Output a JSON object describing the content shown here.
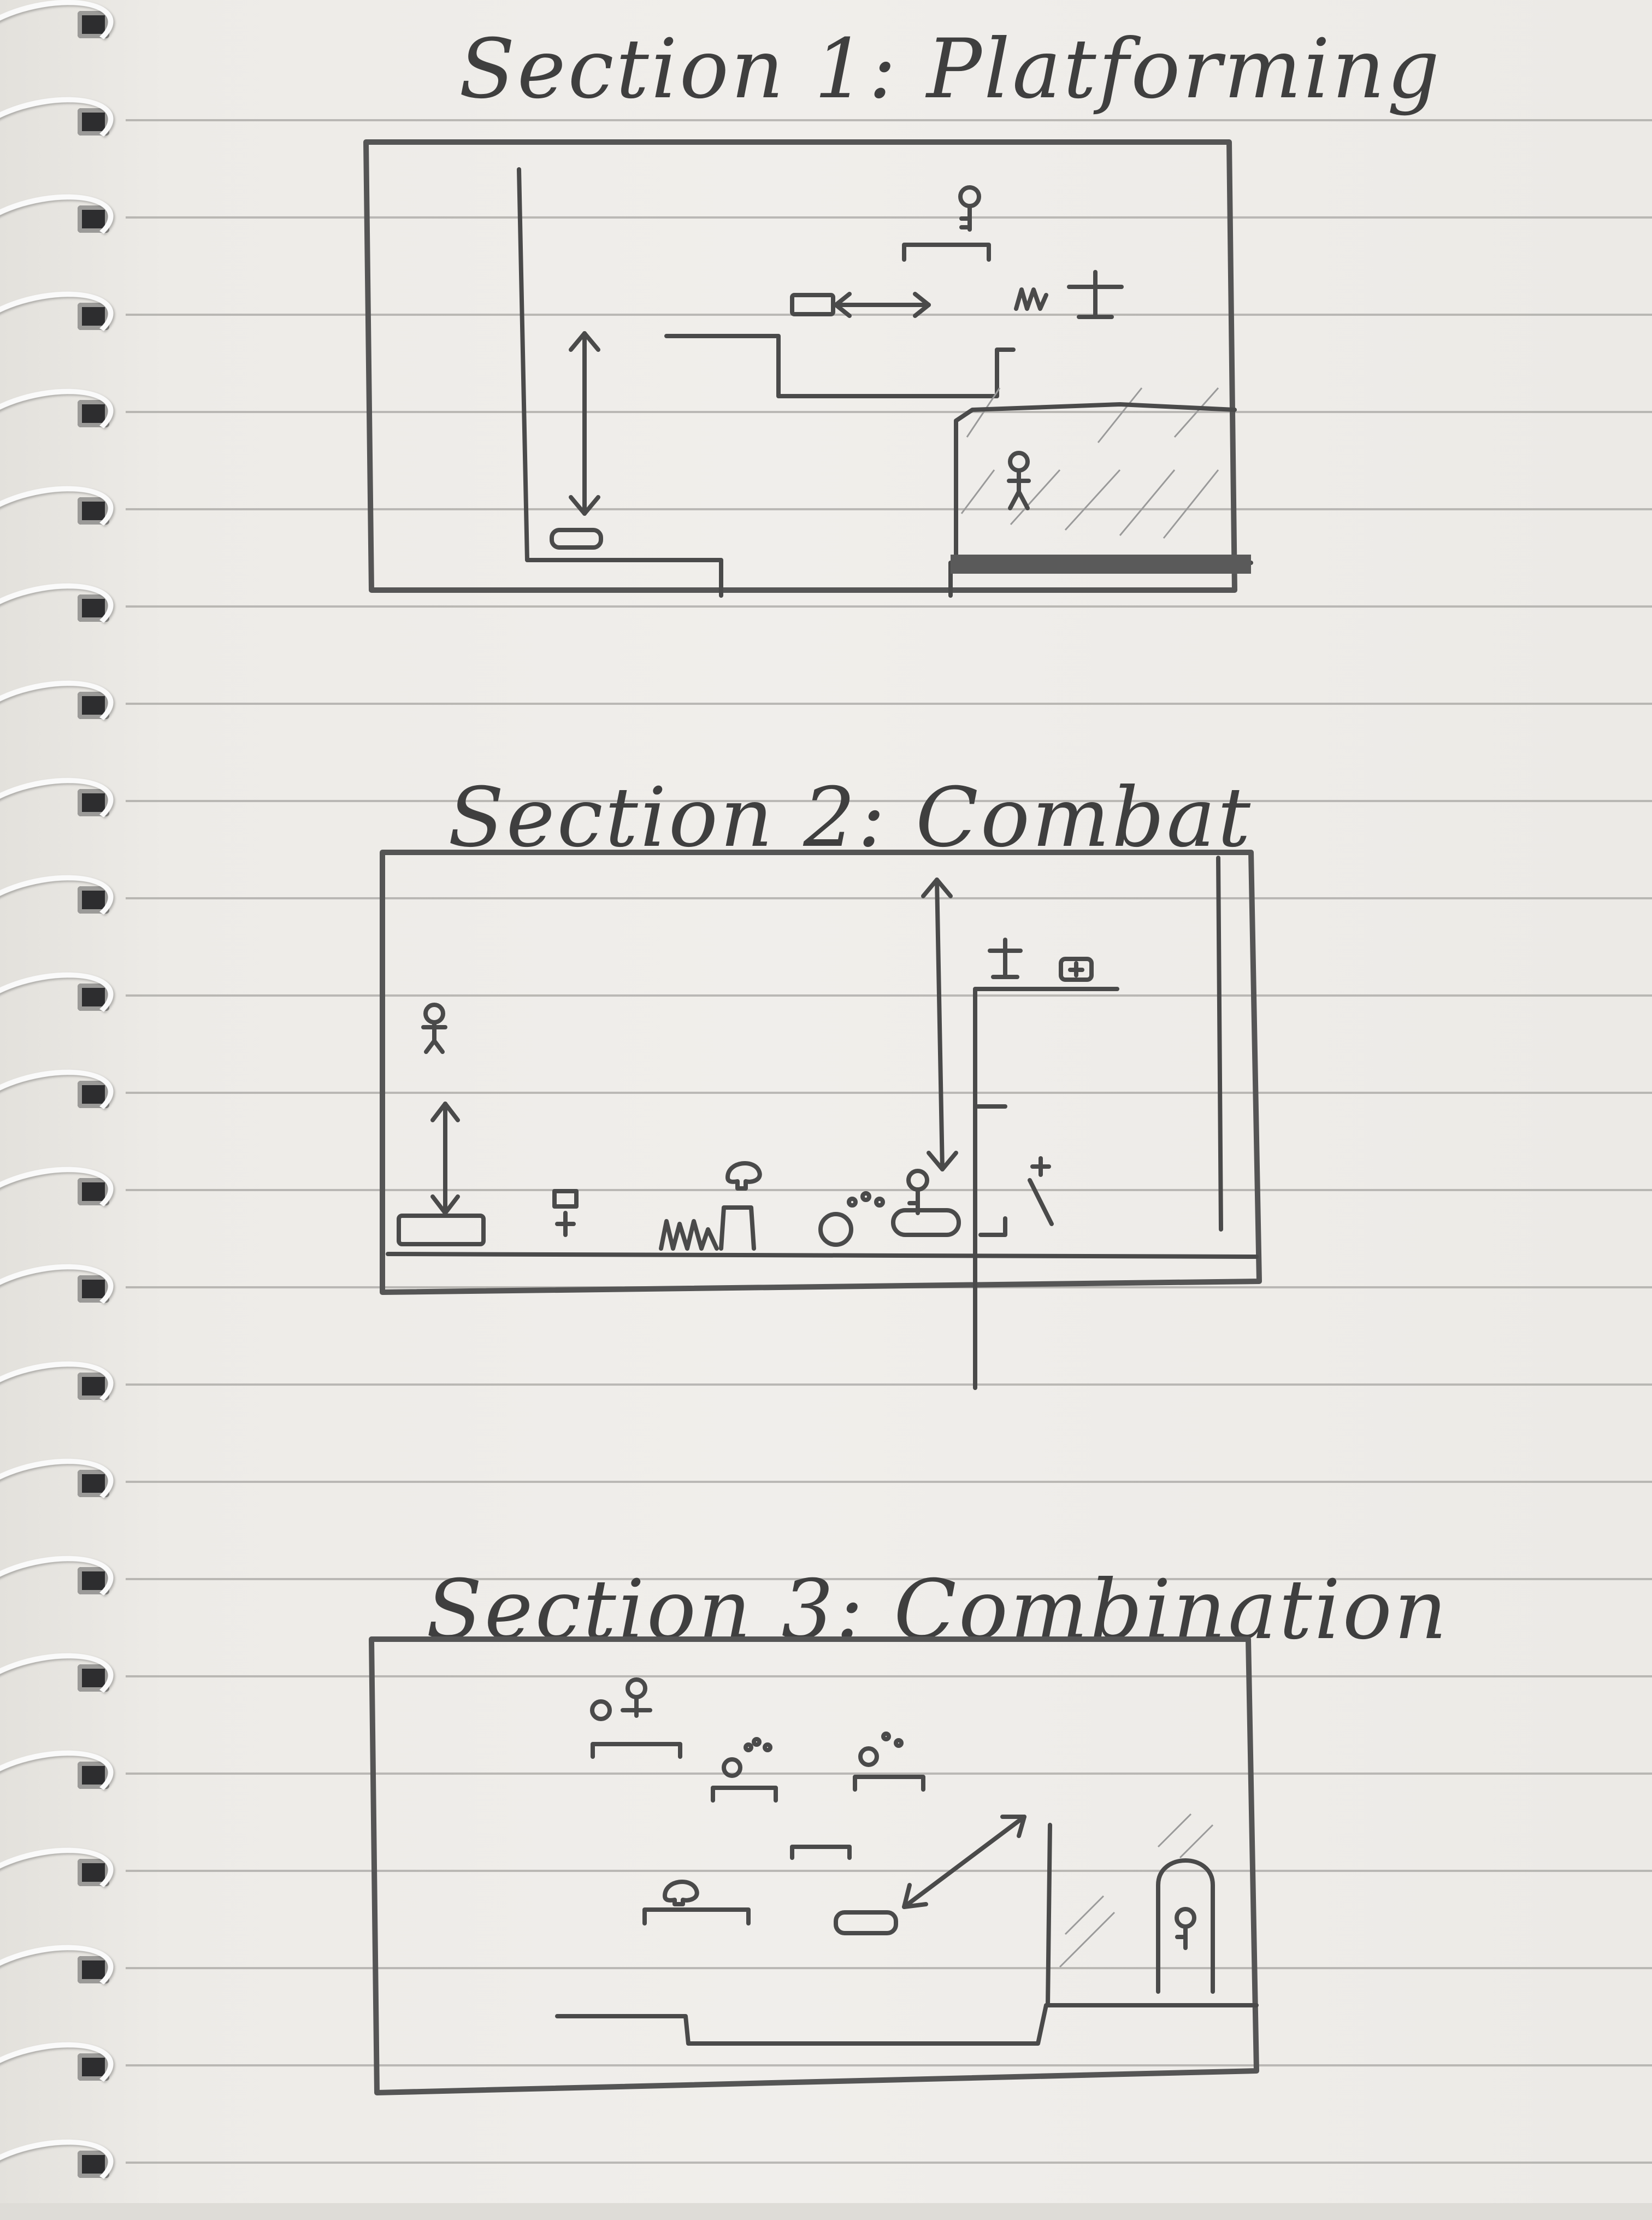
{
  "sections": [
    {
      "title": "Section 1: Platforming"
    },
    {
      "title": "Section 2: Combat"
    },
    {
      "title": "Section 3: Combination"
    }
  ],
  "icons": {
    "character": "stick-figure-icon",
    "key": "key-icon",
    "grave": "grave-cross-icon",
    "health": "health-pack-icon",
    "enemy": "blob-enemy-icon",
    "spikes": "spikes-icon",
    "door": "exit-door-icon",
    "moving_platform": "moving-platform-icon"
  },
  "colors": {
    "paper": "#f0eeeb",
    "pencil": "#4a4a4a",
    "rule": "#8e8c89"
  }
}
